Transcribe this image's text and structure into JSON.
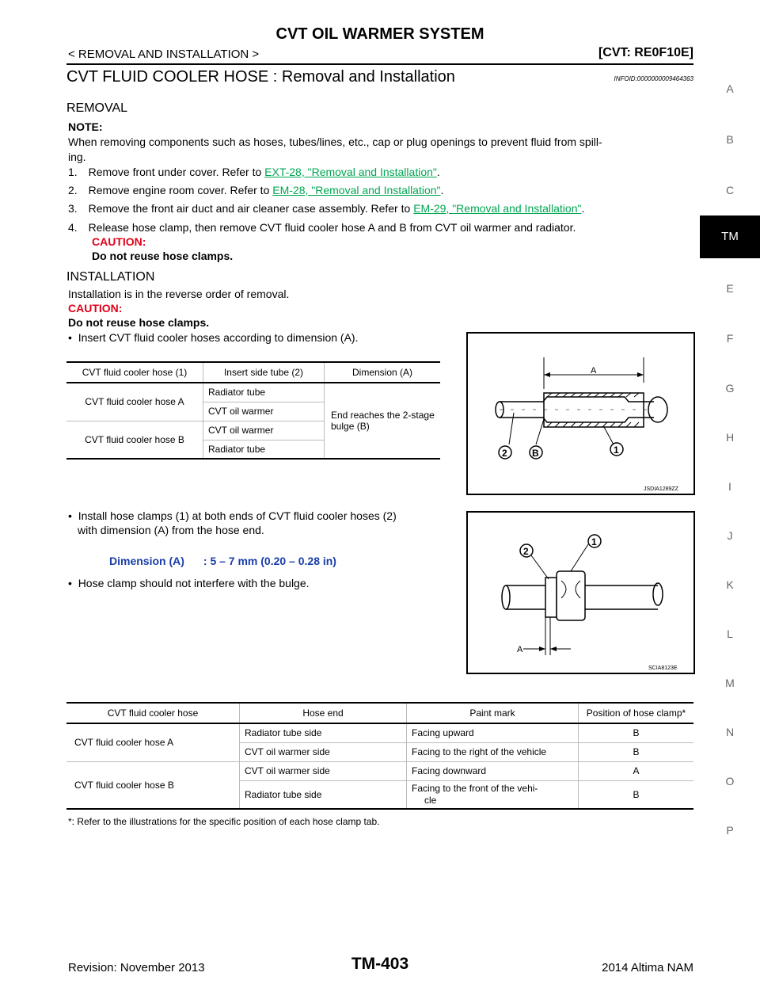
{
  "header": {
    "title": "CVT OIL WARMER SYSTEM",
    "breadcrumb": "< REMOVAL AND INSTALLATION >",
    "model": "[CVT: RE0F10E]"
  },
  "section": {
    "title": "CVT FLUID COOLER HOSE : Removal and Installation",
    "infoid": "INFOID:0000000009464363"
  },
  "removal": {
    "heading": "REMOVAL",
    "note_label": "NOTE:",
    "note_line1": "When removing components such as hoses, tubes/lines, etc., cap or plug openings to prevent fluid from spill-",
    "note_line2": "ing.",
    "steps": [
      {
        "num": "1.",
        "pre": "Remove front under cover. Refer to ",
        "link": "EXT-28, \"Removal and Installation\"",
        "post": "."
      },
      {
        "num": "2.",
        "pre": "Remove engine room cover. Refer to ",
        "link": "EM-28, \"Removal and Installation\"",
        "post": "."
      },
      {
        "num": "3.",
        "pre": "Remove the front air duct and air cleaner case assembly. Refer to ",
        "link": "EM-29, \"Removal and Installation\"",
        "post": "."
      },
      {
        "num": "4.",
        "pre": "Release hose clamp, then remove CVT fluid cooler hose A and B from CVT oil warmer and radiator.",
        "link": "",
        "post": ""
      }
    ],
    "caution_label": "CAUTION:",
    "caution_text": "Do not reuse hose clamps."
  },
  "installation": {
    "heading": "INSTALLATION",
    "intro": "Installation is in the reverse order of removal.",
    "caution_label": "CAUTION:",
    "caution_text": "Do not reuse hose clamps.",
    "bullet1": "Insert CVT fluid cooler hoses according to dimension (A).",
    "bullet2_line1": "Install hose clamps (1) at both ends of CVT fluid cooler hoses (2)",
    "bullet2_line2": "with dimension (A) from the hose end.",
    "dimension_label": "Dimension (A)",
    "dimension_value": ": 5 – 7 mm (0.20 – 0.28 in)",
    "bullet3": "Hose clamp should not interfere with the bulge."
  },
  "table1": {
    "headers": [
      "CVT fluid cooler hose (1)",
      "Insert side tube (2)",
      "Dimension (A)"
    ],
    "hose_a": "CVT fluid cooler hose A",
    "hose_b": "CVT fluid cooler hose B",
    "tubes": [
      "Radiator tube",
      "CVT oil warmer",
      "CVT oil warmer",
      "Radiator tube"
    ],
    "dimension_line1": "End reaches the 2-stage",
    "dimension_line2": "bulge (B)"
  },
  "table2": {
    "headers": [
      "CVT fluid cooler hose",
      "Hose end",
      "Paint mark",
      "Position of hose clamp*"
    ],
    "hose_a": "CVT fluid cooler hose A",
    "hose_b": "CVT fluid cooler hose B",
    "rows": [
      {
        "end": "Radiator tube side",
        "paint": "Facing upward",
        "pos": "B"
      },
      {
        "end": "CVT oil warmer side",
        "paint": "Facing to the right of the vehicle",
        "pos": "B"
      },
      {
        "end": "CVT oil warmer side",
        "paint": "Facing downward",
        "pos": "A"
      },
      {
        "end": "Radiator tube side",
        "paint": "Facing to the front of the vehi-",
        "paint2": "cle",
        "pos": "B"
      }
    ],
    "footnote": "*: Refer to the illustrations for the specific position of each hose clamp tab."
  },
  "figure1": {
    "label_a": "A",
    "callout_1": "1",
    "callout_2": "2",
    "callout_b": "B",
    "code": "JSDIA1289ZZ"
  },
  "figure2": {
    "label_a": "A",
    "callout_1": "1",
    "callout_2": "2",
    "code": "SCIA8123E"
  },
  "sidebar": {
    "letters": [
      "A",
      "B",
      "C",
      "E",
      "F",
      "G",
      "H",
      "I",
      "J",
      "K",
      "L",
      "M",
      "N",
      "O",
      "P"
    ],
    "active": "TM"
  },
  "footer": {
    "revision": "Revision: November 2013",
    "page": "TM-403",
    "model": "2014 Altima NAM"
  }
}
